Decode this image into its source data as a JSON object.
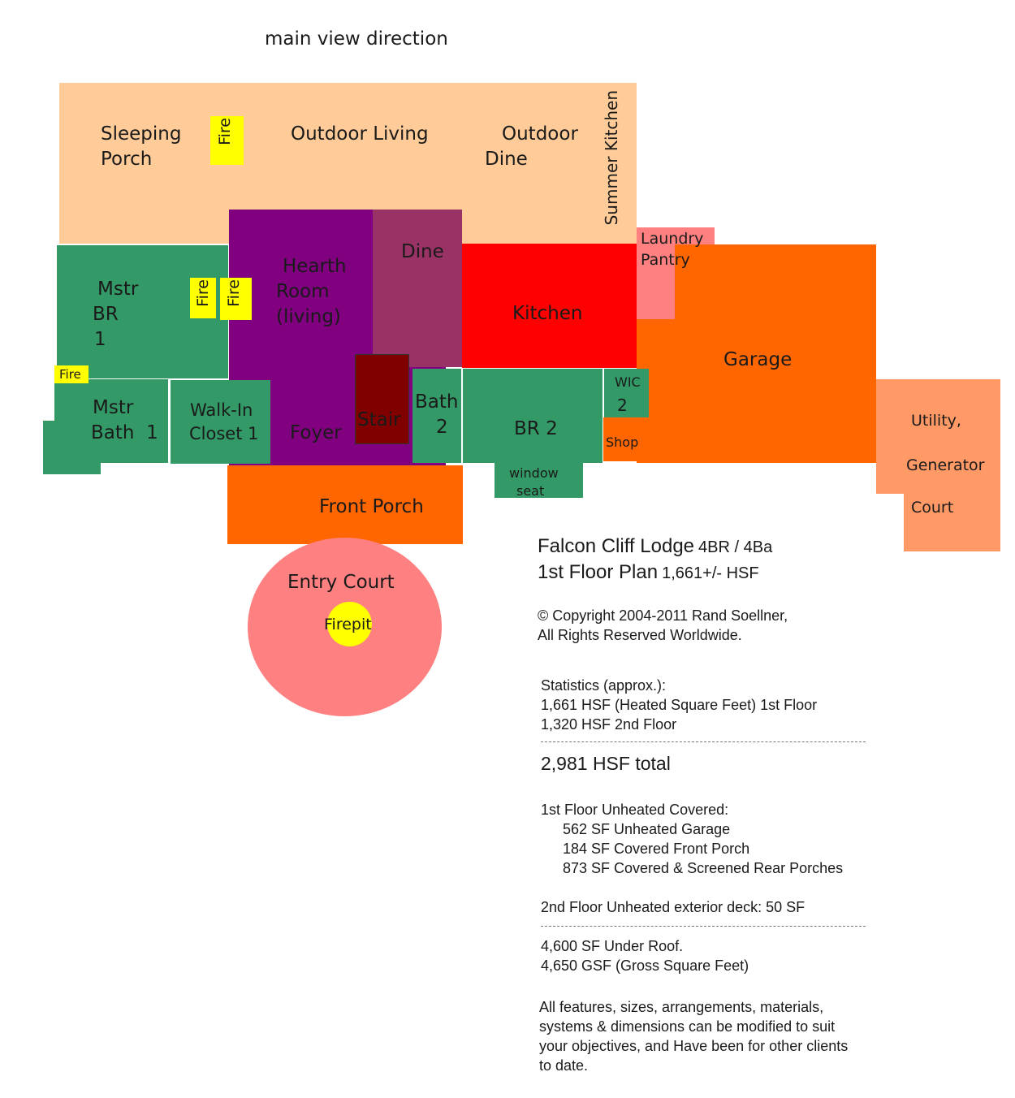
{
  "header": {
    "direction": "main view direction"
  },
  "colors": {
    "porch": "#ffcc99",
    "bedroom": "#339966",
    "hearth": "#800080",
    "dine": "#993366",
    "stair": "#800000",
    "kitchen": "#ff0000",
    "laundry": "#ff8080",
    "garage": "#ff6600",
    "utility": "#ff9966",
    "fire": "#ffff00",
    "entry_court": "#ff8080"
  },
  "rooms": {
    "sleeping_porch_1": "Sleeping",
    "sleeping_porch_2": "Porch",
    "outdoor_living": "Outdoor Living",
    "outdoor_dine_1": "Outdoor",
    "outdoor_dine_2": "Dine",
    "summer_kitchen": "Summer Kitchen",
    "fire": "Fire",
    "mstr_br_1": "Mstr",
    "mstr_br_2": "BR",
    "mstr_br_3": "1",
    "hearth_1": "Hearth",
    "hearth_2": "Room",
    "hearth_3": "(living)",
    "dine": "Dine",
    "kitchen": "Kitchen",
    "laundry_1": "Laundry",
    "laundry_2": "Pantry",
    "garage": "Garage",
    "mstr_bath_1": "Mstr",
    "mstr_bath_2": "Bath  1",
    "closet_1": "Walk-In",
    "closet_2": "Closet 1",
    "foyer": "Foyer",
    "stair": "Stair",
    "bath2_1": "Bath",
    "bath2_2": "2",
    "br2": "BR 2",
    "wic_1": "WIC",
    "wic_2": "2",
    "shop": "Shop",
    "window_seat_1": "window",
    "window_seat_2": "seat",
    "utility_1": "Utility,",
    "utility_2": "Generator",
    "utility_3": "Court",
    "front_porch": "Front Porch",
    "entry_court": "Entry Court",
    "firepit": "Firepit"
  },
  "info": {
    "title": "Falcon Cliff Lodge",
    "title_note": "4BR / 4Ba",
    "plan": "1st Floor Plan",
    "plan_note": "1,661+/- HSF",
    "copyright_1": "© Copyright 2004-2011 Rand Soellner,",
    "copyright_2": "All Rights Reserved Worldwide.",
    "stats_head": "Statistics (approx.):",
    "stats_1": "1,661 HSF (Heated Square Feet) 1st Floor",
    "stats_2": "1,320 HSF 2nd Floor",
    "total": "2,981 HSF total",
    "unheated_head": "1st Floor Unheated Covered:",
    "unheated_1": "562 SF Unheated Garage",
    "unheated_2": "184 SF Covered Front Porch",
    "unheated_3": "873 SF Covered & Screened Rear Porches",
    "deck": "2nd Floor Unheated exterior deck: 50 SF",
    "roof_1": "4,600 SF Under Roof.",
    "roof_2": "4,650 GSF (Gross Square Feet)",
    "note_1": "All features, sizes, arrangements, materials,",
    "note_2": "systems & dimensions can be modified to suit",
    "note_3": "your objectives, and Have been for other clients",
    "note_4": "to date."
  }
}
